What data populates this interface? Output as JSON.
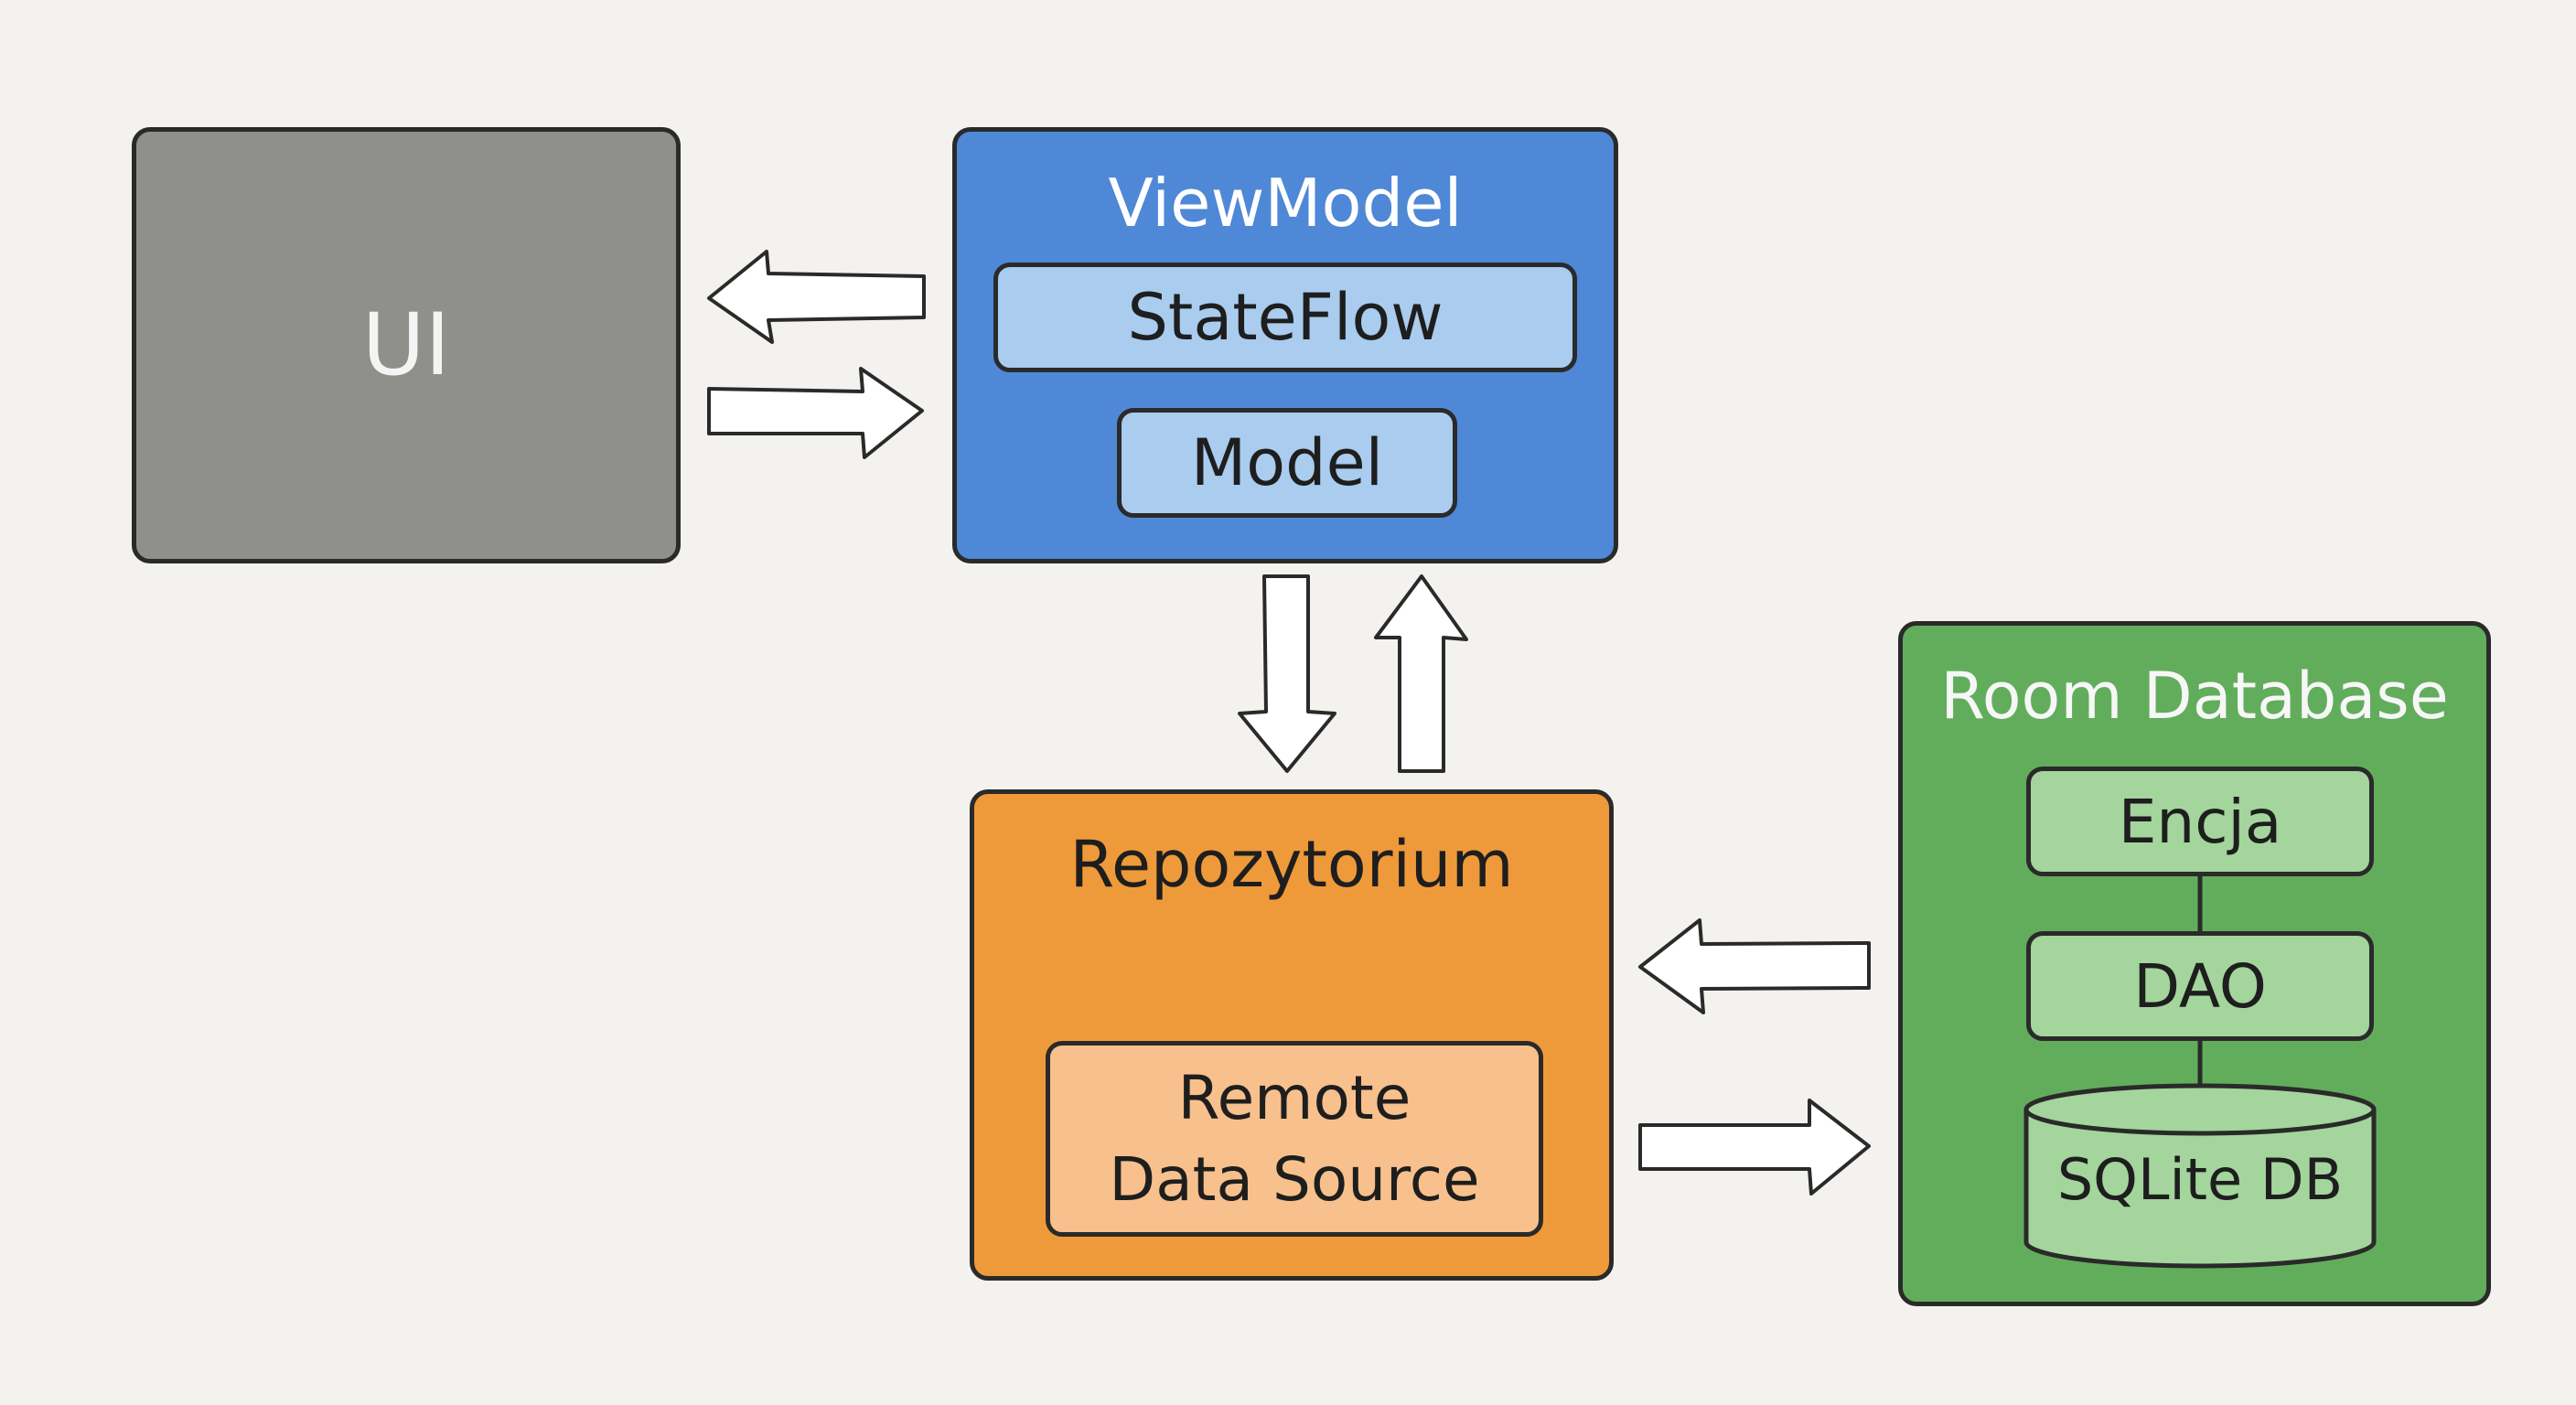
{
  "ui": {
    "label": "UI"
  },
  "viewmodel": {
    "title": "ViewModel",
    "stateflow": "StateFlow",
    "model": "Model"
  },
  "repository": {
    "title": "Repozytorium",
    "remote_line1": "Remote",
    "remote_line2": "Data Source"
  },
  "room": {
    "title": "Room Database",
    "entity": "Encja",
    "dao": "DAO",
    "sqlite": "SQLite DB"
  },
  "colors": {
    "background": "#f3f2ee",
    "ui_box": "#8f8f8c",
    "viewmodel_box": "#4f88d6",
    "viewmodel_inner": "#a9ccef",
    "repository_box": "#ef9a3a",
    "repository_inner": "#f7c08c",
    "room_box": "#62ad5c",
    "room_inner": "#a3d59c",
    "outline": "#2a2a2a"
  },
  "arrows": [
    {
      "name": "arrow-viewmodel-to-ui",
      "from": "ViewModel",
      "to": "UI"
    },
    {
      "name": "arrow-ui-to-viewmodel",
      "from": "UI",
      "to": "ViewModel"
    },
    {
      "name": "arrow-viewmodel-to-repository",
      "from": "ViewModel",
      "to": "Repozytorium"
    },
    {
      "name": "arrow-repository-to-viewmodel",
      "from": "Repozytorium",
      "to": "ViewModel"
    },
    {
      "name": "arrow-room-to-repository",
      "from": "Room Database",
      "to": "Repozytorium"
    },
    {
      "name": "arrow-repository-to-room",
      "from": "Repozytorium",
      "to": "Room Database"
    }
  ]
}
